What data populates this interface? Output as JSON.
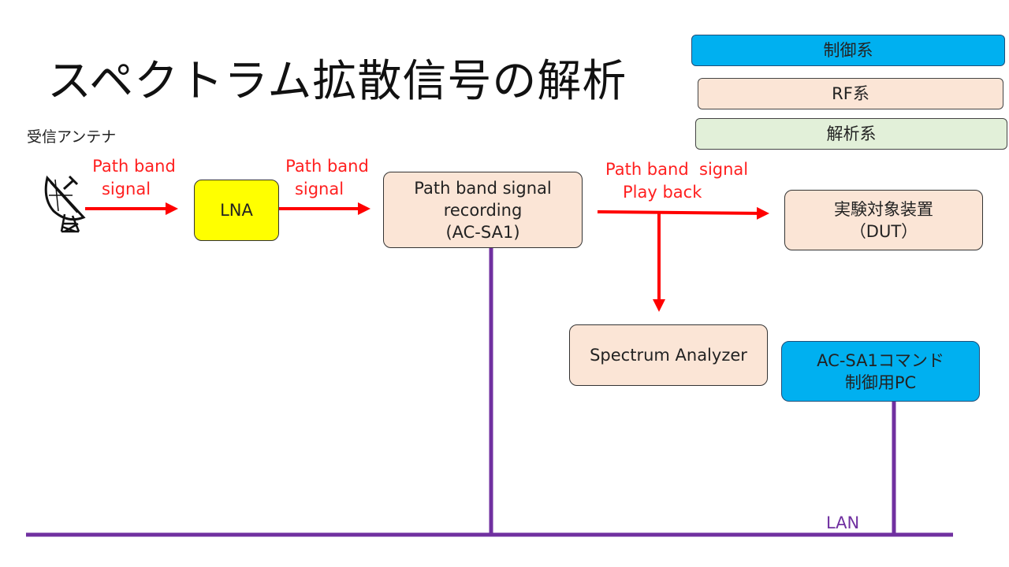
{
  "title": "スペクトラム拡散信号の解析",
  "legend": {
    "control": "制御系",
    "rf": "RF系",
    "analysis": "解析系"
  },
  "antenna_label": "受信アンテナ",
  "signal_labels": {
    "path1_line1": "Path band",
    "path1_line2": "signal",
    "path2_line1": "Path band",
    "path2_line2": "signal",
    "playback_line1": "Path band  signal",
    "playback_line2": "Play back"
  },
  "blocks": {
    "lna": "LNA",
    "recorder_line1": "Path band signal",
    "recorder_line2": "recording",
    "recorder_line3": "(AC-SA1)",
    "dut_line1": "実験対象装置",
    "dut_line2": "（DUT）",
    "analyzer": "Spectrum Analyzer",
    "pc_line1": "AC-SA1コマンド",
    "pc_line2": "制御用PC"
  },
  "lan_label": "LAN",
  "colors": {
    "control": "#00b0f0",
    "rf": "#fbe5d6",
    "analysis": "#e2f0d9",
    "lna": "#ffff00",
    "signal": "#ff0000",
    "lan": "#7030a0"
  }
}
